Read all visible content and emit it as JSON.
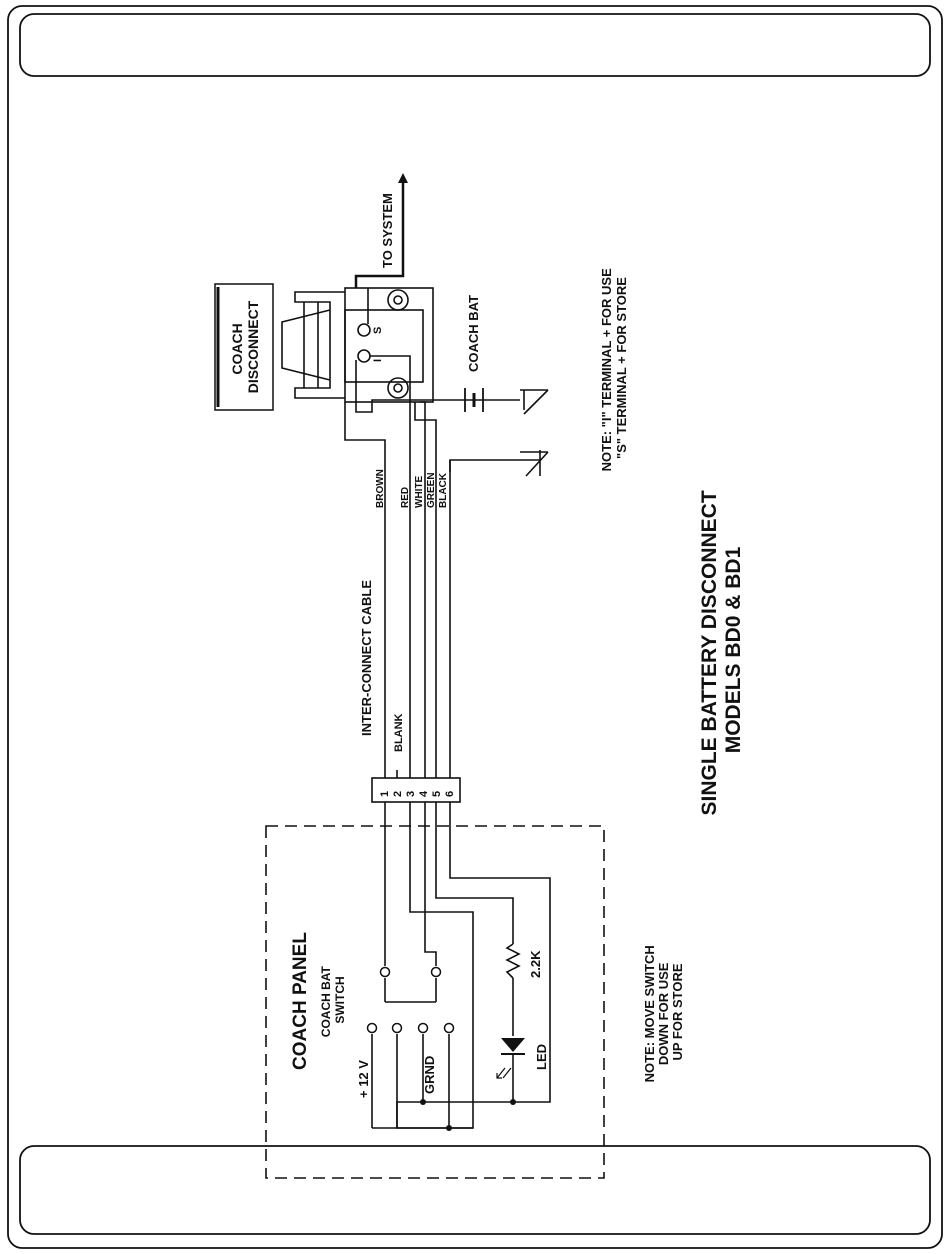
{
  "diagram": {
    "title_line1": "SINGLE BATTERY DISCONNECT",
    "title_line2": "MODELS BD0 & BD1",
    "coach_disconnect_line1": "COACH",
    "coach_disconnect_line2": "DISCONNECT",
    "to_system": "TO SYSTEM",
    "coach_bat": "COACH BAT",
    "terminal_s": "S",
    "terminal_i": "I",
    "note_top_line1": "NOTE: \"I\" TERMINAL + FOR USE",
    "note_top_line2": "\"S\" TERMINAL + FOR STORE",
    "cable_label": "INTER-CONNECT CABLE",
    "wire_colors": [
      "BROWN",
      "RED",
      "WHITE",
      "GREEN",
      "BLACK"
    ],
    "blank_label": "BLANK",
    "pins": [
      "1",
      "2",
      "3",
      "4",
      "5",
      "6"
    ],
    "coach_panel": "COACH PANEL",
    "switch_line1": "COACH BAT",
    "switch_line2": "SWITCH",
    "plus12v": "+ 12 V",
    "grnd": "GRND",
    "led": "LED",
    "resistor": "2.2K",
    "note_bottom_line1": "NOTE: MOVE SWITCH",
    "note_bottom_line2": "DOWN FOR USE",
    "note_bottom_line3": "UP FOR STORE"
  }
}
